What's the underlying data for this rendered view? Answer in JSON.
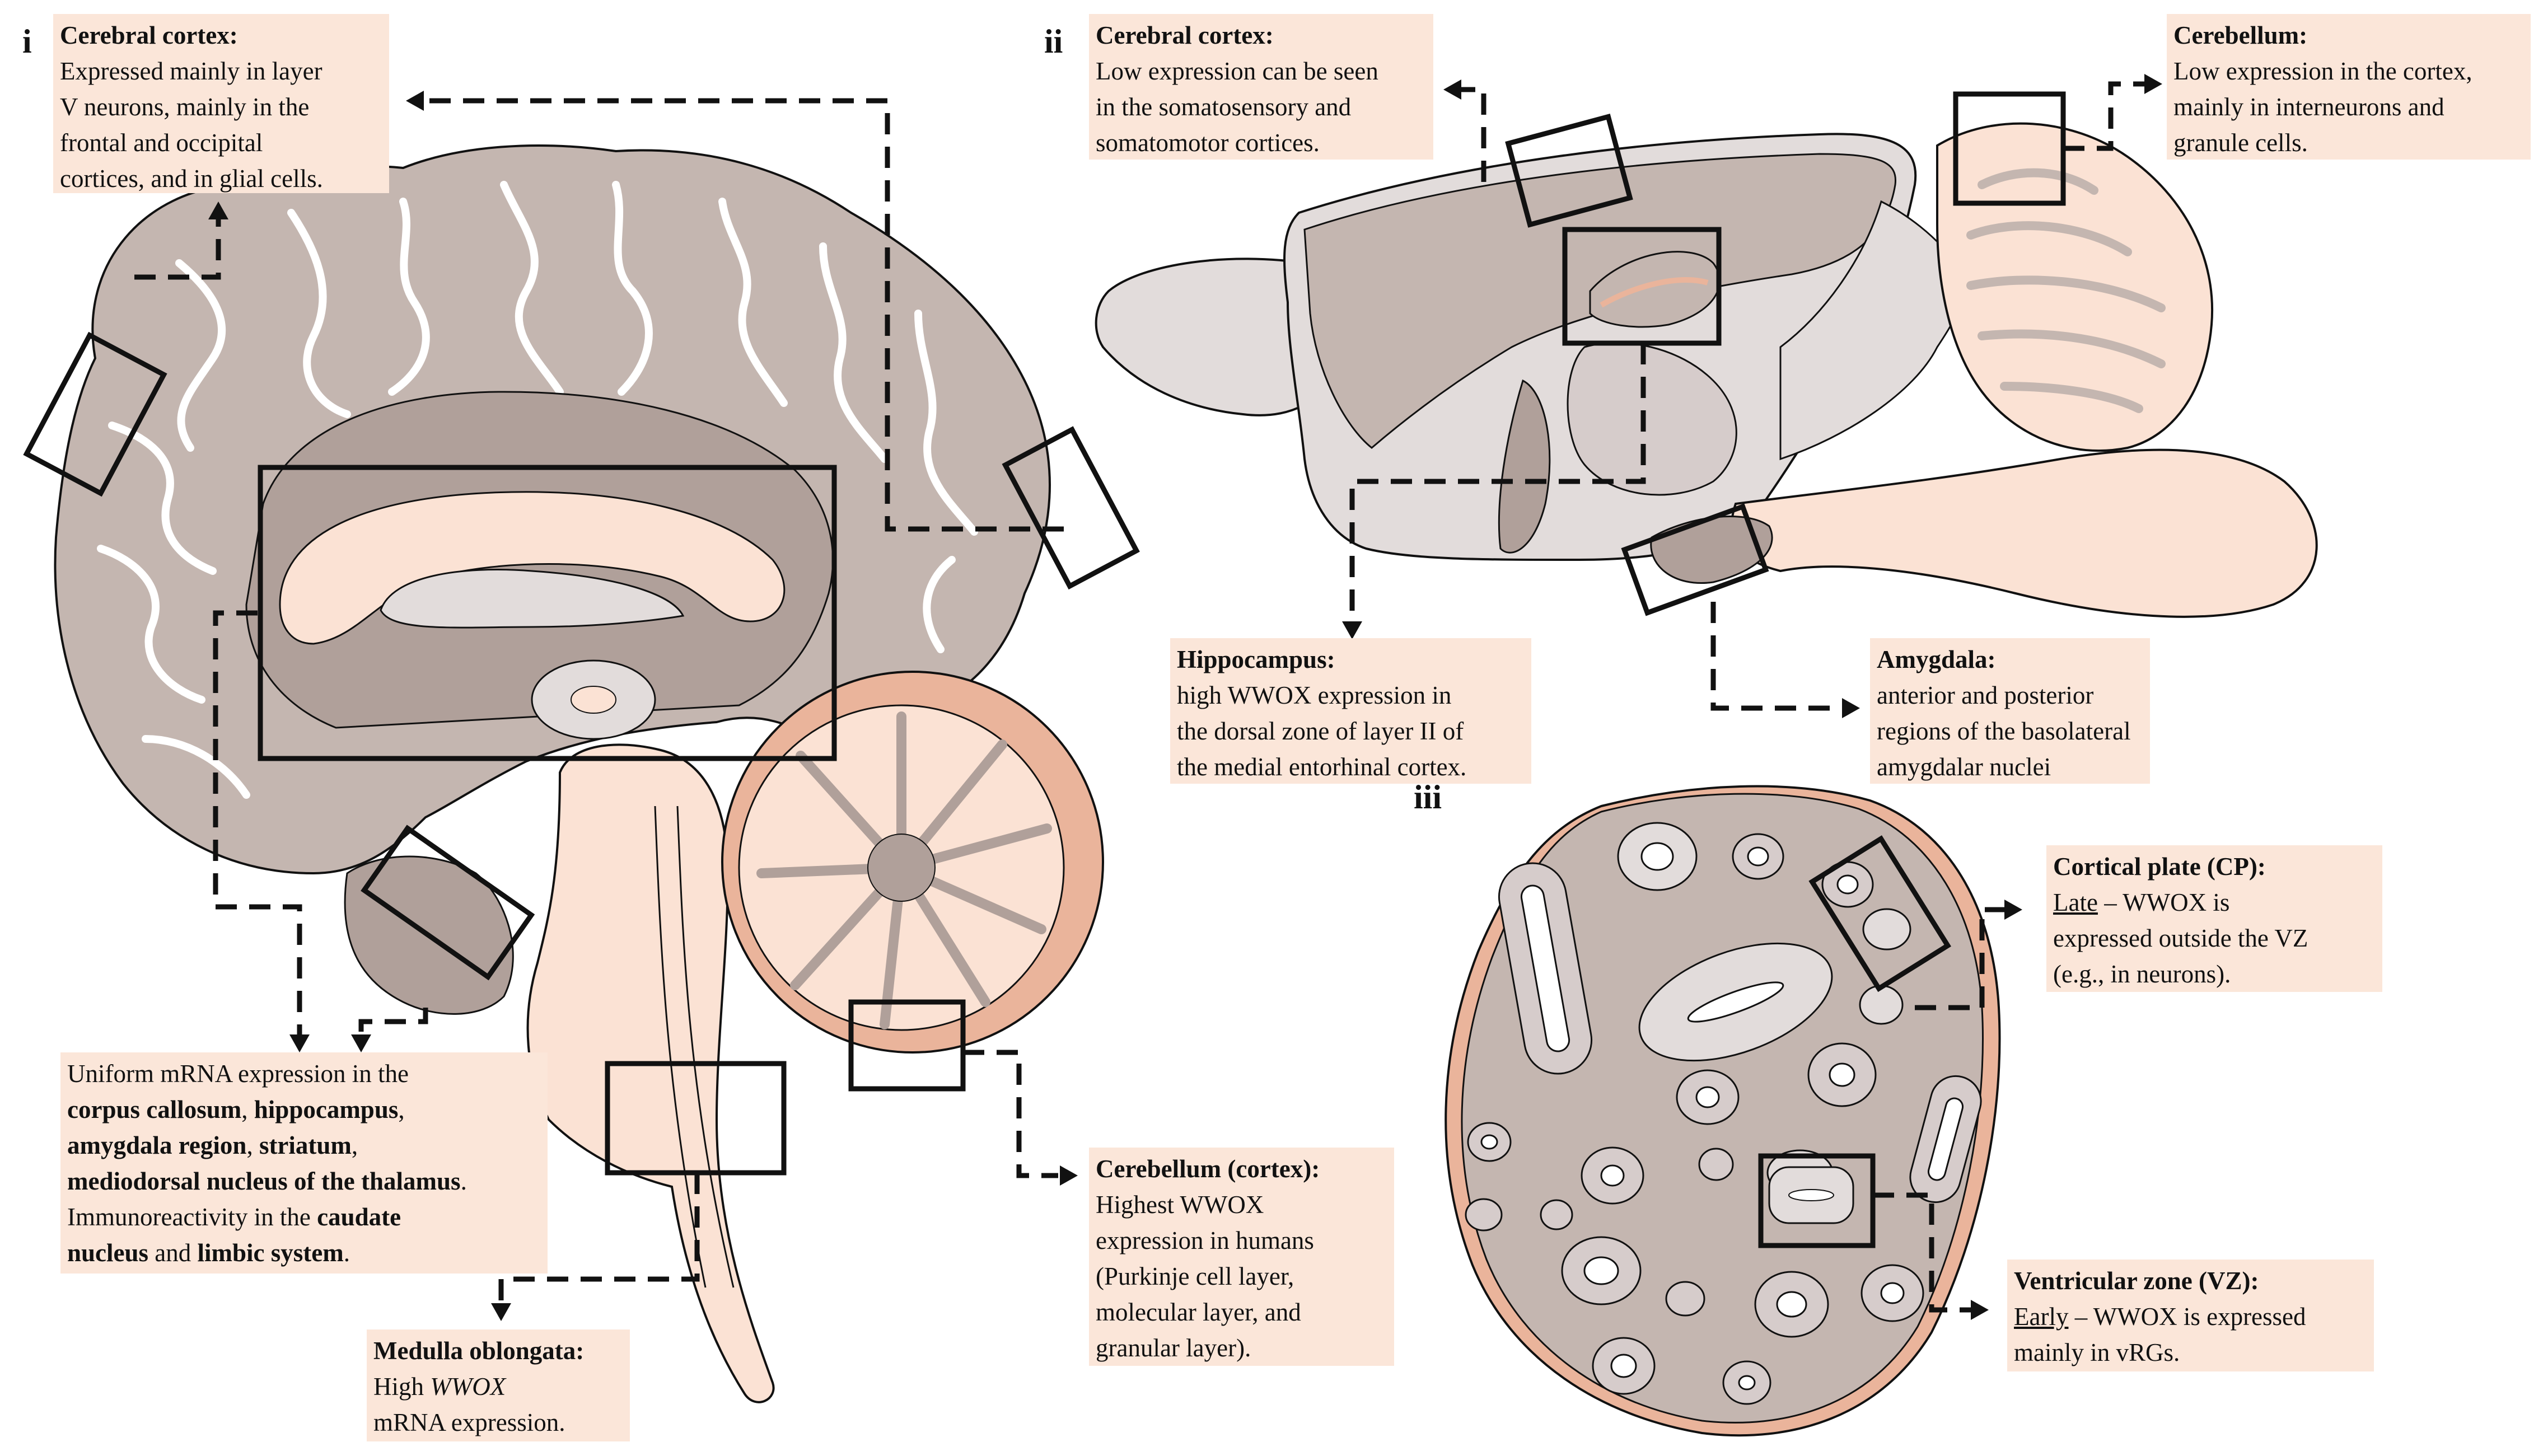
{
  "panels": {
    "i": "i",
    "ii": "ii",
    "iii": "iii"
  },
  "colors": {
    "gray_tissue": "#c4b6b0",
    "gray_dark": "#b0a09a",
    "light_gray": "#e2dcdb",
    "pale_gray": "#d6cccb",
    "peach": "#fbe2d4",
    "peach_label": "#fbe6d9",
    "salmon": "#eab49b",
    "stroke": "#111111"
  },
  "labels": {
    "i_cortex": {
      "title": "Cerebral cortex:",
      "line1": "Expressed mainly in layer",
      "line2": "V neurons, mainly in the",
      "line3": "frontal and occipital",
      "line4": "cortices, and in glial cells."
    },
    "i_mrna": {
      "line1": "Uniform mRNA expression in the",
      "l2_bold_a": "corpus callosum",
      "l2_sep": ", ",
      "l2_bold_b": "hippocampus",
      "l2_end": ",",
      "l3_bold_a": "amygdala region",
      "l3_sep": ", ",
      "l3_bold_b": "striatum",
      "l3_end": ",",
      "l4_bold": "mediodorsal nucleus of the thalamus",
      "l4_end": ".",
      "l5_text": "Immunoreactivity in the ",
      "l5_bold": "caudate",
      "l6_bold_a": "nucleus",
      "l6_text": " and ",
      "l6_bold_b": "limbic system",
      "l6_end": "."
    },
    "i_medulla": {
      "title": "Medulla oblongata:",
      "l2_text": "High ",
      "l2_italic": "WWOX",
      "line3": "mRNA expression."
    },
    "i_cerebellum": {
      "title": "Cerebellum (cortex):",
      "line1": "Highest WWOX",
      "line2": "expression in humans",
      "line3": "(Purkinje cell layer,",
      "line4": "molecular layer, and",
      "line5": "granular layer)."
    },
    "ii_cortex": {
      "title": "Cerebral cortex:",
      "line1": "Low expression can be seen",
      "line2": "in the somatosensory and",
      "line3": "somatomotor cortices."
    },
    "ii_cerebellum": {
      "title": "Cerebellum:",
      "line1": "Low expression in the cortex,",
      "line2": "mainly in interneurons and",
      "line3": "granule cells."
    },
    "ii_hippocampus": {
      "title": "Hippocampus:",
      "line1": "high WWOX expression in",
      "line2": "the dorsal zone of layer II of",
      "line3": "the medial entorhinal cortex."
    },
    "ii_amygdala": {
      "title": "Amygdala:",
      "line1": "anterior and posterior",
      "line2": "regions of the basolateral",
      "line3": "amygdalar nuclei"
    },
    "iii_cp": {
      "title": "Cortical plate (CP):",
      "l1_u": "Late",
      "l1_text": " – WWOX is",
      "line2": "expressed outside the VZ",
      "line3": "(e.g., in neurons)."
    },
    "iii_vz": {
      "title": "Ventricular zone (VZ):",
      "l1_u": "Early",
      "l1_text": " – WWOX is expressed",
      "line2": "mainly in vRGs."
    }
  }
}
